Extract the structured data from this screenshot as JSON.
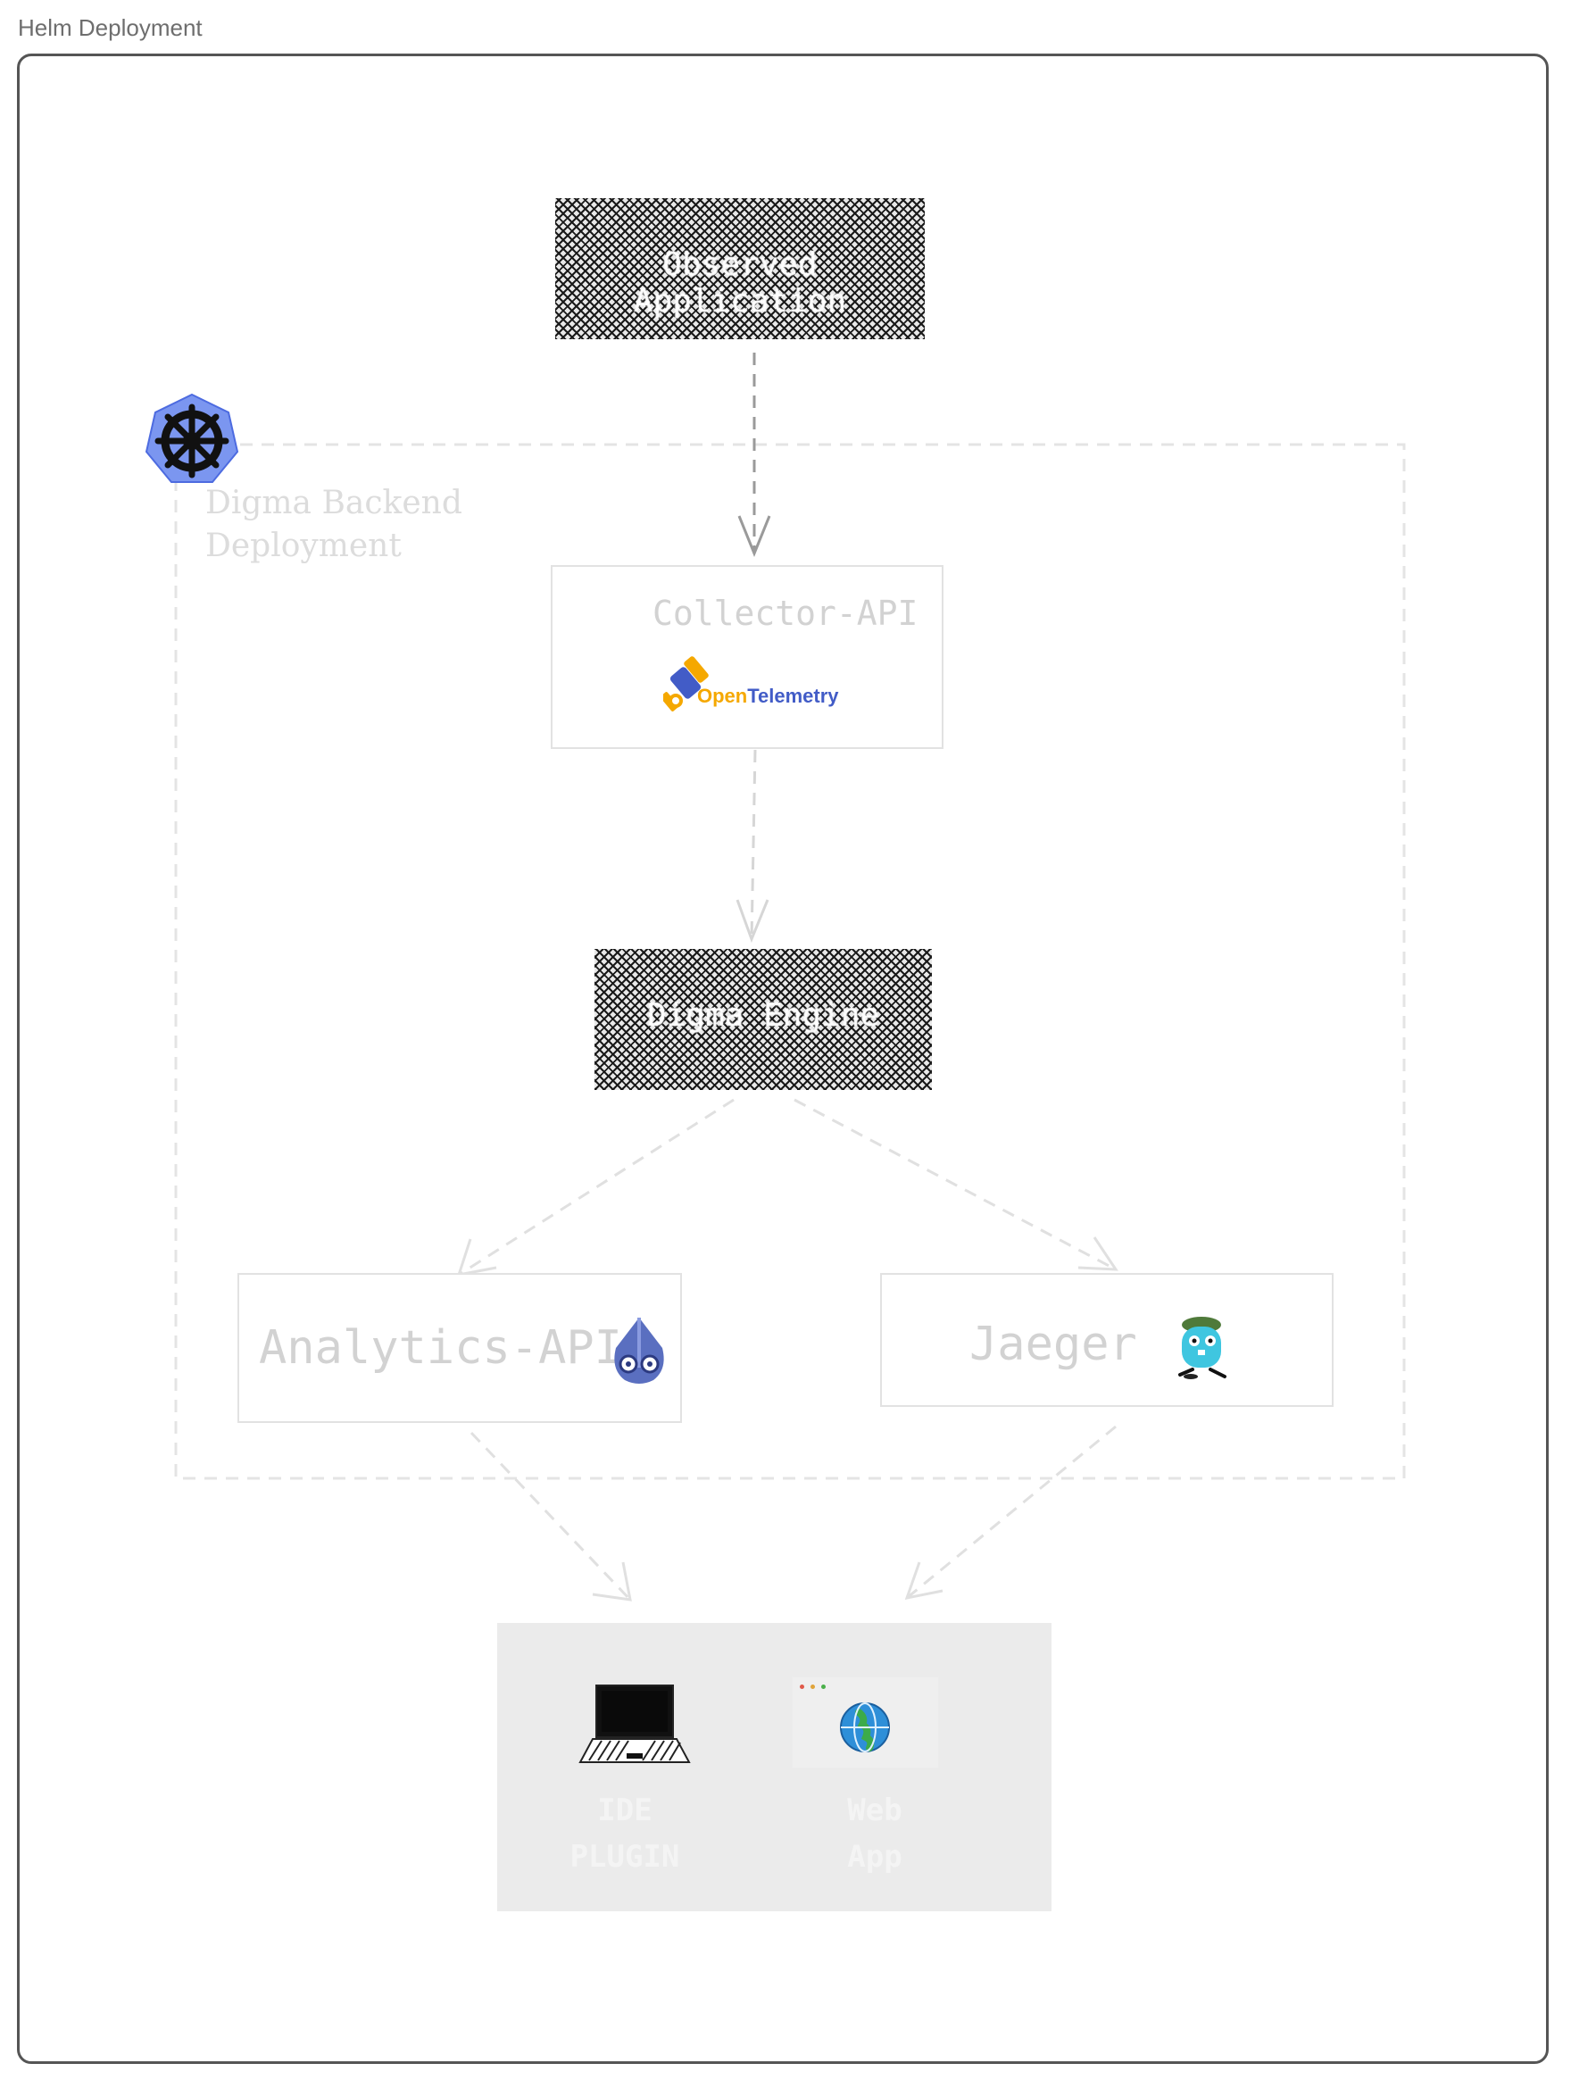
{
  "tab_title": "Helm Deployment",
  "group": {
    "title_line1": "Digma Backend",
    "title_line2": "Deployment",
    "icon": "kubernetes-helm-icon"
  },
  "nodes": {
    "observed_app": {
      "label": "Observed Application"
    },
    "collector": {
      "label": "Collector-API",
      "logo_text_open": "Open",
      "logo_text_tel": "Telemetry",
      "icon": "opentelemetry-logo-icon"
    },
    "engine": {
      "label": "Digma Engine"
    },
    "analytics": {
      "label": "Analytics-API",
      "icon": "postgres-elephant-icon"
    },
    "jaeger": {
      "label": "Jaeger",
      "icon": "jaeger-gopher-icon"
    }
  },
  "clients": [
    {
      "line1": "IDE",
      "line2": "PLUGIN",
      "icon": "laptop-icon"
    },
    {
      "line1": "Web",
      "line2": "App",
      "icon": "globe-icon"
    }
  ],
  "colors": {
    "frame": "#555555",
    "hatch": "#1a1a1a",
    "kubernetes_blue": "#7b96f0",
    "otel_orange": "#f5a800",
    "otel_blue": "#425cc7",
    "jaeger_cyan": "#3fc6e0"
  }
}
